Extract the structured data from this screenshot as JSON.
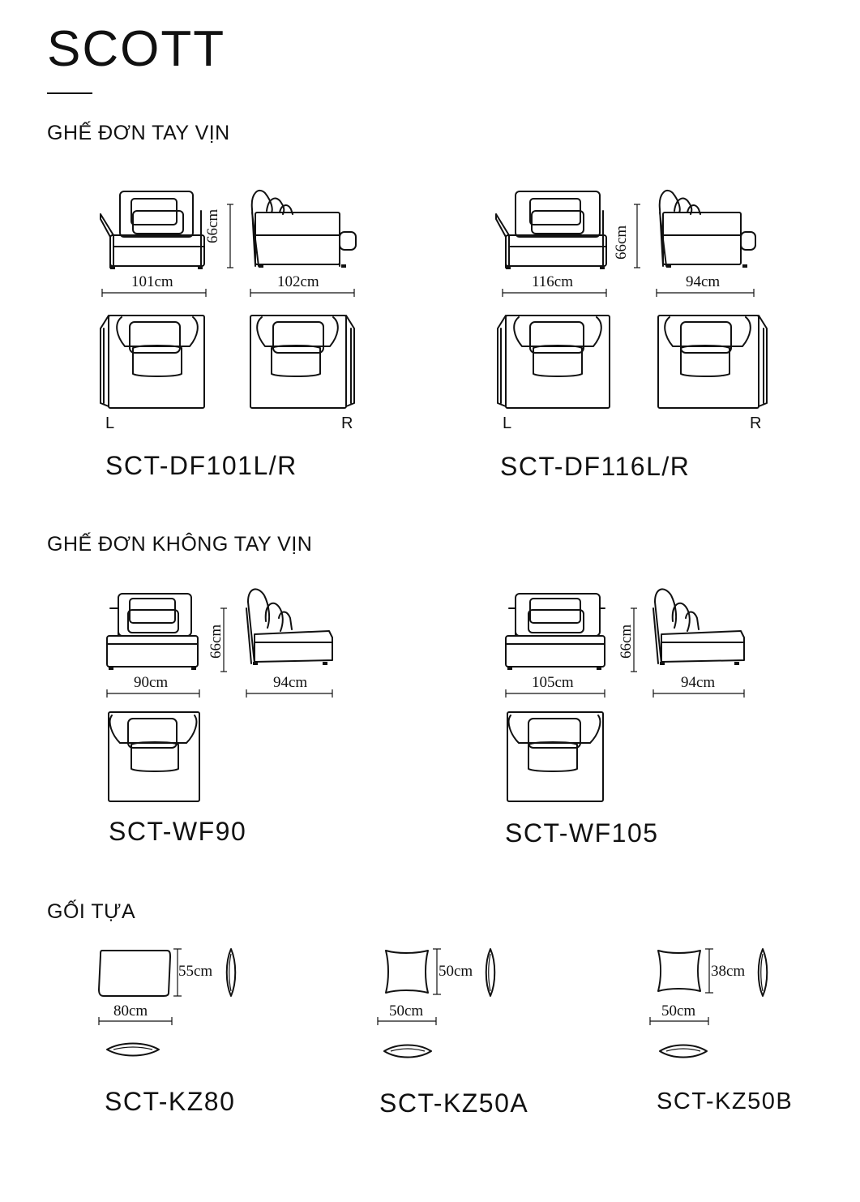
{
  "title": "SCOTT",
  "sections": {
    "armchairs": "GHẾ ĐƠN TAY VỊN",
    "armless": "GHẾ ĐƠN KHÔNG TAY VỊN",
    "cushions": "GỐI TỰA"
  },
  "products": {
    "df101": {
      "code": "SCT-DF101L/R",
      "width": "101cm",
      "depth": "102cm",
      "height": "66cm",
      "left": "L",
      "right": "R"
    },
    "df116": {
      "code": "SCT-DF116L/R",
      "width": "116cm",
      "depth": "94cm",
      "height": "66cm",
      "left": "L",
      "right": "R"
    },
    "wf90": {
      "code": "SCT-WF90",
      "width": "90cm",
      "depth": "94cm",
      "height": "66cm"
    },
    "wf105": {
      "code": "SCT-WF105",
      "width": "105cm",
      "depth": "94cm",
      "height": "66cm"
    },
    "kz80": {
      "code": "SCT-KZ80",
      "width": "80cm",
      "height": "55cm"
    },
    "kz50a": {
      "code": "SCT-KZ50A",
      "width": "50cm",
      "height": "50cm"
    },
    "kz50b": {
      "code": "SCT-KZ50B",
      "width": "50cm",
      "height": "38cm"
    }
  }
}
